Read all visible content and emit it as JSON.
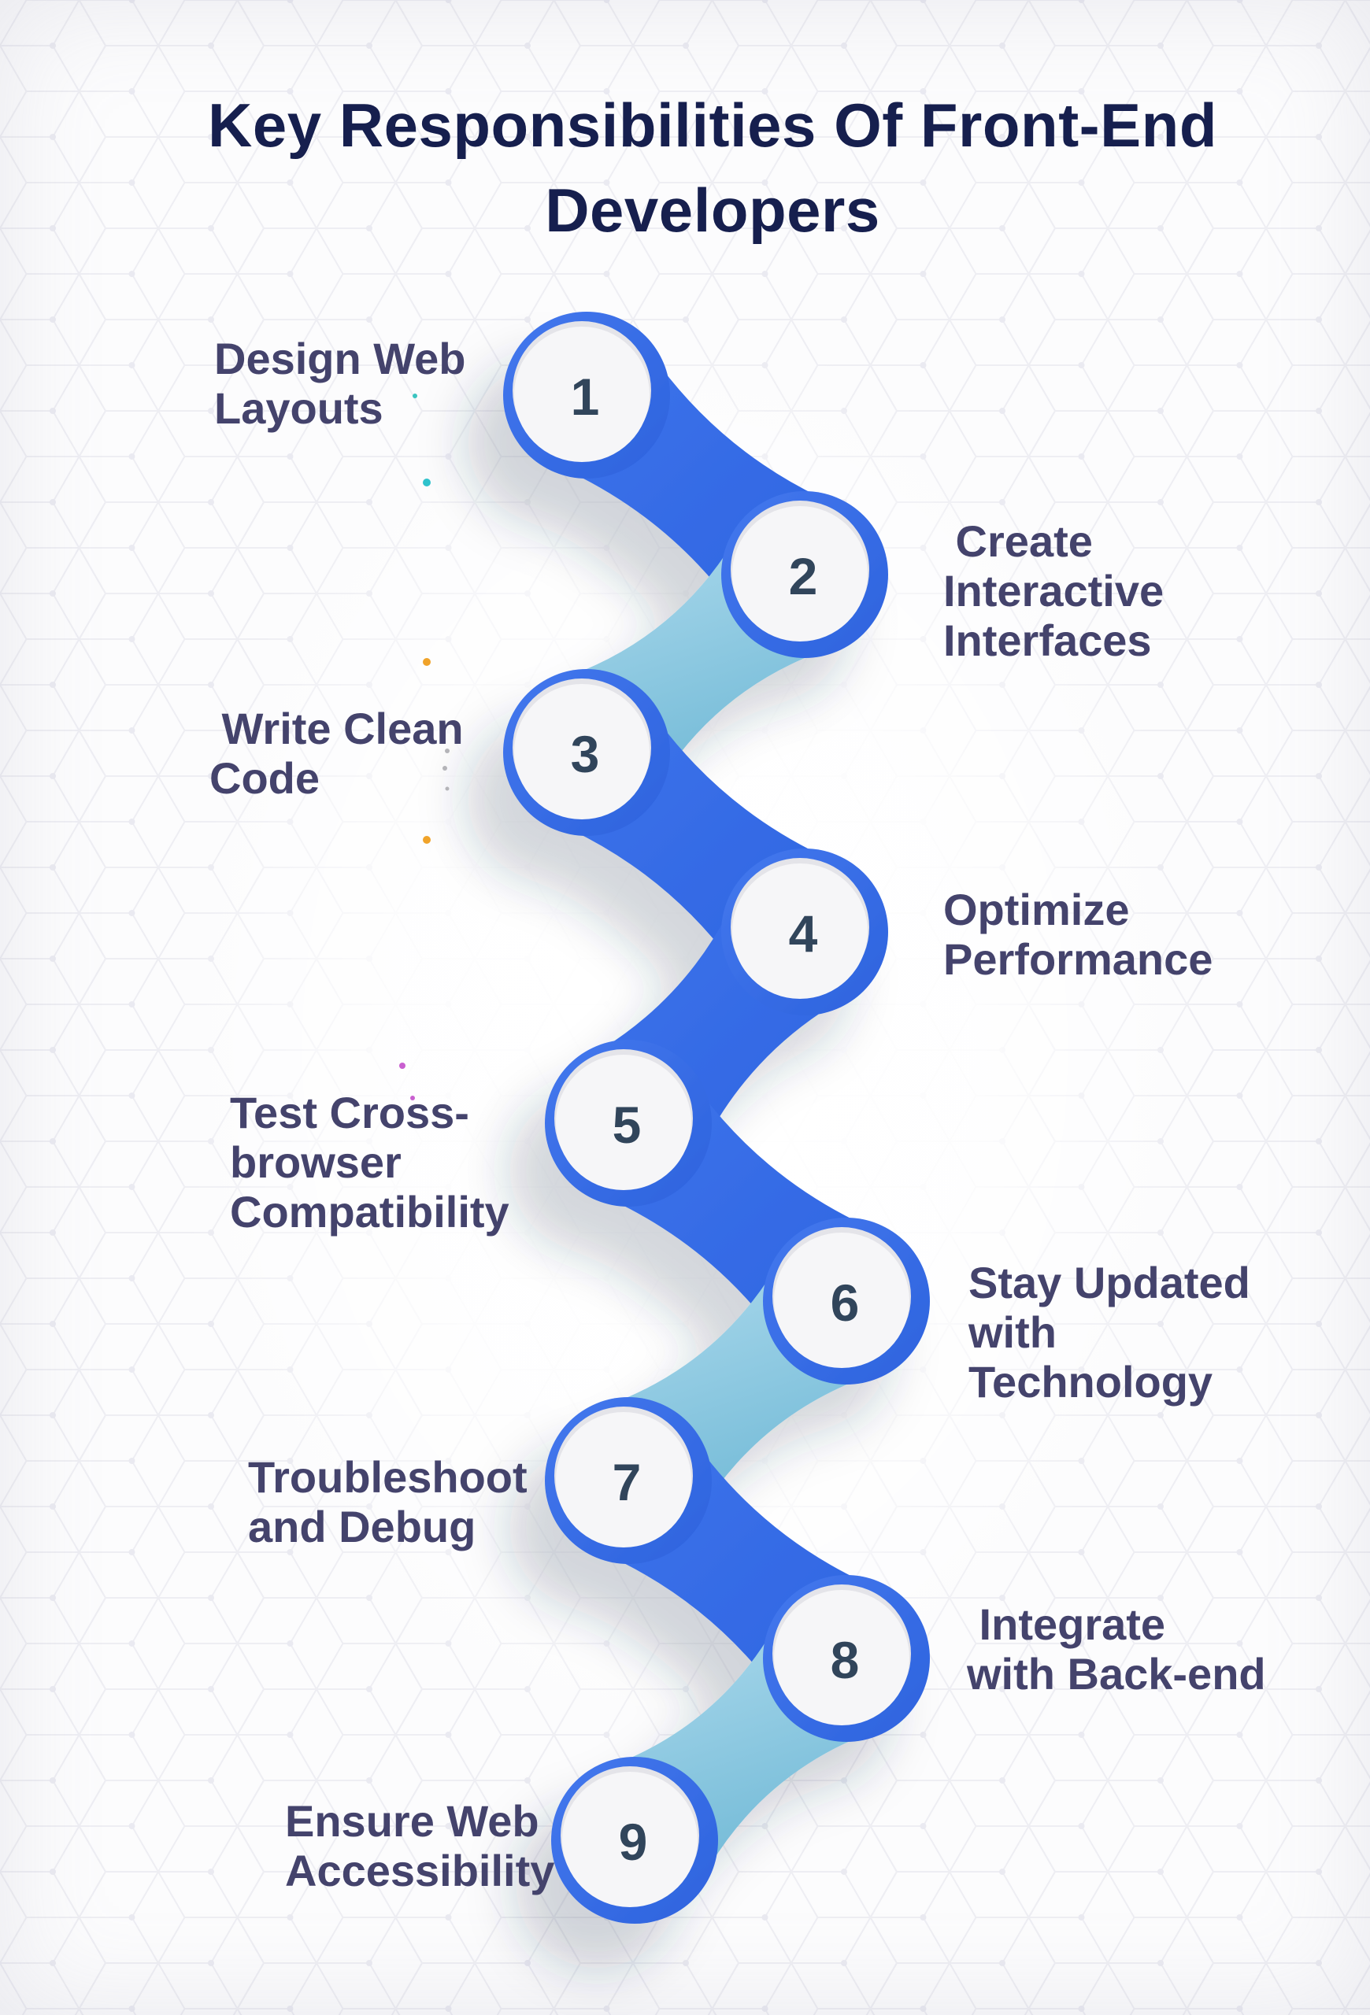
{
  "title": "Key Responsibilities Of Front-End\nDevelopers",
  "steps": [
    {
      "number": "1",
      "label": "Design Web\nLayouts",
      "side": "left"
    },
    {
      "number": "2",
      "label": " Create\nInteractive\nInterfaces",
      "side": "right"
    },
    {
      "number": "3",
      "label": " Write Clean\nCode",
      "side": "left"
    },
    {
      "number": "4",
      "label": "Optimize\nPerformance",
      "side": "right"
    },
    {
      "number": "5",
      "label": "Test Cross-\nbrowser\nCompatibility",
      "side": "left"
    },
    {
      "number": "6",
      "label": "Stay Updated\nwith\nTechnology",
      "side": "right"
    },
    {
      "number": "7",
      "label": "Troubleshoot\nand Debug",
      "side": "left"
    },
    {
      "number": "8",
      "label": " Integrate\nwith Back-end",
      "side": "right"
    },
    {
      "number": "9",
      "label": "Ensure Web\nAccessibility",
      "side": "left"
    }
  ],
  "palette": {
    "title_color": "#161f4e",
    "label_color": "#44436c",
    "number_color": "#31455b",
    "ring_blue": "#3a6fe8",
    "connector_blue": "#336be6",
    "connector_cyan": "#8fcbe2",
    "circle_fill": "#f6f6f8",
    "background": "#fcfcfd",
    "pattern_line": "#ebebf1",
    "accent_dot_teal": "#2fc2cc",
    "accent_dot_orange": "#f0a32a",
    "accent_dot_magenta": "#c95fd0"
  }
}
